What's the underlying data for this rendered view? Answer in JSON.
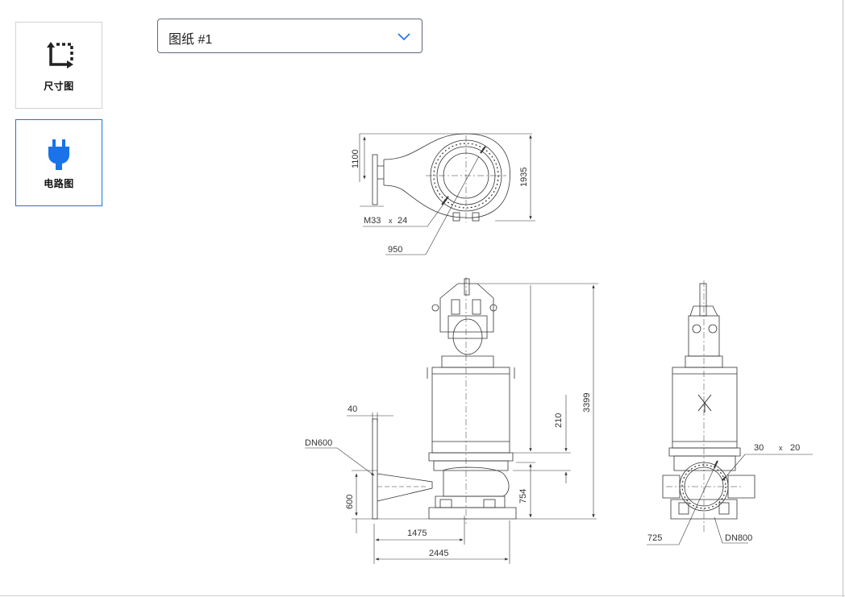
{
  "sidebar": {
    "buttons": [
      {
        "label": "尺寸图",
        "icon": "crop-dimension-icon"
      },
      {
        "label": "电路图",
        "icon": "plug-icon"
      }
    ]
  },
  "drawing_select": {
    "value": "图纸 #1"
  },
  "accent_color": "#1a73e8",
  "drawing": {
    "top_view": {
      "dim_1100": "1100",
      "dim_1935": "1935",
      "bolts": "M33",
      "bolts_times": "x",
      "bolts_count": "24",
      "dim_950": "950"
    },
    "side_view": {
      "flange_thk": "40",
      "inlet": "DN600",
      "dim_600": "600",
      "dim_1475": "1475",
      "dim_2445": "2445",
      "dim_210": "210",
      "dim_754": "754",
      "dim_3399": "3399"
    },
    "front_view": {
      "holes_size": "30",
      "holes_times": "x",
      "holes_count": "20",
      "dim_725": "725",
      "outlet": "DN800"
    }
  }
}
